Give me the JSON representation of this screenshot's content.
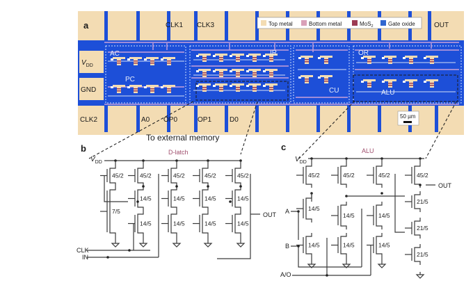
{
  "panel_a": {
    "label": "a",
    "pads_top": [
      "",
      "",
      "CLK1",
      "CLK3",
      "",
      "",
      "",
      "",
      "OUT"
    ],
    "pads_left": [
      "V",
      "GND"
    ],
    "vdd_sub": "DD",
    "pads_bottom": [
      "CLK2",
      "A0",
      "OP0",
      "OP1",
      "D0"
    ],
    "blocks": [
      "AC",
      "PC",
      "IR",
      "CU",
      "OR",
      "ALU"
    ],
    "legend": [
      {
        "label": "Top metal",
        "color": "#f3dcb3"
      },
      {
        "label": "Bottom metal",
        "color": "#d9a0b8"
      },
      {
        "label": "MoS",
        "sub": "2",
        "color": "#9c3a52"
      },
      {
        "label": "Gate oxide",
        "color": "#2f66d0"
      }
    ],
    "scale_bar": "50 µm",
    "external_label": "To external memory",
    "colors": {
      "substrate": "#1d4fd8",
      "pad": "#f3dcb3",
      "trace": "#c9a0d9",
      "white_trace": "#e8eefa"
    }
  },
  "panel_b": {
    "label": "b",
    "title": "D-latch",
    "vdd": "V",
    "vdd_sub": "DD",
    "pmos_sizes": [
      "45/2",
      "45/2",
      "45/2",
      "45/2",
      "45/2"
    ],
    "nmos_mid_sizes": [
      "14/5",
      "14/5",
      "14/5",
      "14/5"
    ],
    "nmos_low_sizes": [
      "7/5",
      "14/5",
      "14/5",
      "14/5",
      "14/5"
    ],
    "inputs": [
      "CLK",
      "IN"
    ],
    "output": "OUT",
    "title_color": "#a0506e"
  },
  "panel_c": {
    "label": "c",
    "title": "ALU",
    "vdd": "V",
    "vdd_sub": "DD",
    "pmos_sizes": [
      "45/2",
      "45/2",
      "45/2",
      "45/2"
    ],
    "nmos_sizes_row1": [
      "14/5",
      "14/5",
      "14/5"
    ],
    "nmos_sizes_row2": [
      "14/5",
      "14/5",
      "14/5"
    ],
    "output_stack_sizes": [
      "21/5",
      "21/5",
      "21/5"
    ],
    "inputs": [
      "A",
      "B",
      "A/O"
    ],
    "output": "OUT",
    "title_color": "#a0506e"
  }
}
